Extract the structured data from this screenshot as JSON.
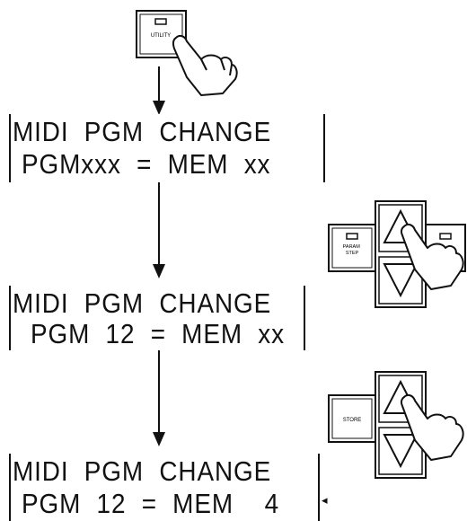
{
  "utility_key": {
    "label": "UTILITY",
    "icon": "hand-pressing-key-icon"
  },
  "displays": [
    {
      "line1": "MIDI  PGM  CHANGE",
      "line2": "PGMxxx  =  MEM  xx"
    },
    {
      "line1": "MIDI  PGM  CHANGE",
      "line2": "PGM  12  =  MEM  xx"
    },
    {
      "line1": "MIDI  PGM  CHANGE",
      "line2": "PGM  12  =  MEM    4"
    }
  ],
  "panel1": {
    "side_button_label": "PARAM\nSTEP",
    "up_icon": "up-triangle-icon",
    "down_icon": "down-triangle-icon"
  },
  "panel2": {
    "side_button_label": "STORE",
    "up_icon": "up-triangle-icon",
    "down_icon": "down-triangle-icon"
  },
  "cursor_mark": "◂"
}
